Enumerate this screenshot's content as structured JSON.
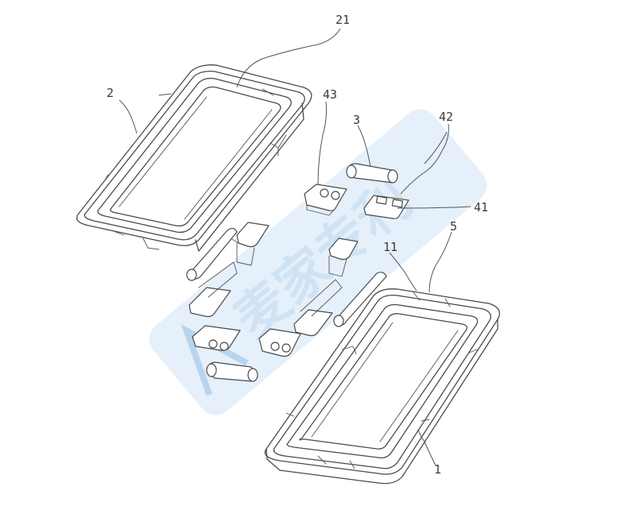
{
  "figure": {
    "labels": {
      "frame_top": "2",
      "frame_top_ref": "21",
      "hinge_plate_top": "43",
      "hinge_pin": "3",
      "hinge_plate_right": "42",
      "hinge_leaf": "41",
      "frame_bottom_ref": "11",
      "connector": "5",
      "frame_bottom": "1"
    },
    "watermark": {
      "text": "麦家专利"
    },
    "colors": {
      "line": "#4a4a4a",
      "watermark": "#c9dff2"
    }
  }
}
